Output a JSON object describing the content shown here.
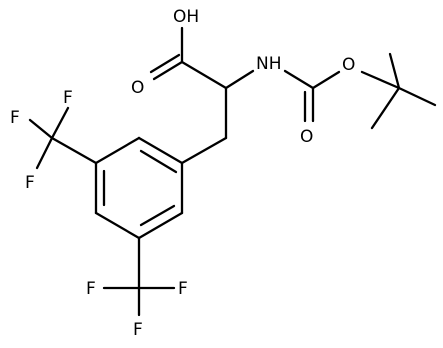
{
  "molecule": {
    "atoms": {
      "oh": "OH",
      "carbonyl_o_acid": "O",
      "nh": "NH",
      "ester_o": "O",
      "carbonyl_o_boc": "O",
      "cf3_left_f_top": "F",
      "cf3_left_f_left": "F",
      "cf3_left_f_bottom": "F",
      "cf3_bottom_f_left": "F",
      "cf3_bottom_f_right": "F",
      "cf3_bottom_f_bottom": "F"
    },
    "colors": {
      "bond": "#000000",
      "text": "#000000",
      "background": "#ffffff"
    }
  }
}
